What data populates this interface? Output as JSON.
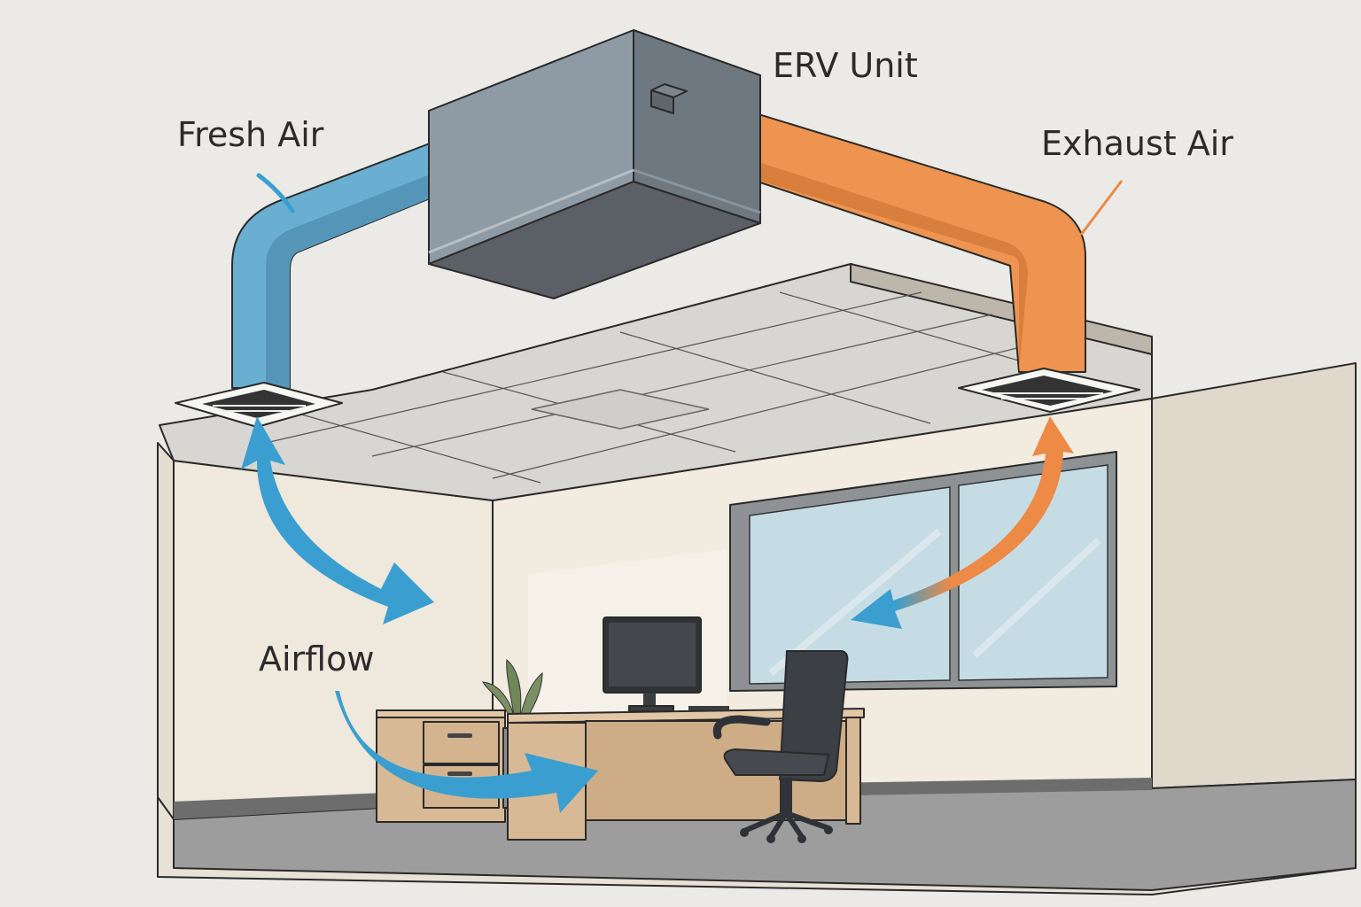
{
  "title": "ERV ventilation diagram",
  "labels": {
    "erv_unit": "ERV Unit",
    "fresh_air": "Fresh Air",
    "exhaust_air": "Exhaust Air",
    "airflow": "Airflow"
  },
  "colors": {
    "background": "#ebeae6",
    "fresh_air_duct": "#6aafd2",
    "fresh_air_arrow": "#3a9fd0",
    "exhaust_duct": "#ee9450",
    "exhaust_arrow": "#ec8a46",
    "erv_unit_front": "#8e9ba4",
    "erv_unit_side": "#6e7880",
    "erv_unit_bottom": "#5b6066",
    "wall": "#efe8dc",
    "ceiling": "#d9d8d4",
    "floor": "#9a9a9a",
    "desk": "#d8b995",
    "window_glass": "#c6dce4",
    "chair": "#3c3f44"
  }
}
